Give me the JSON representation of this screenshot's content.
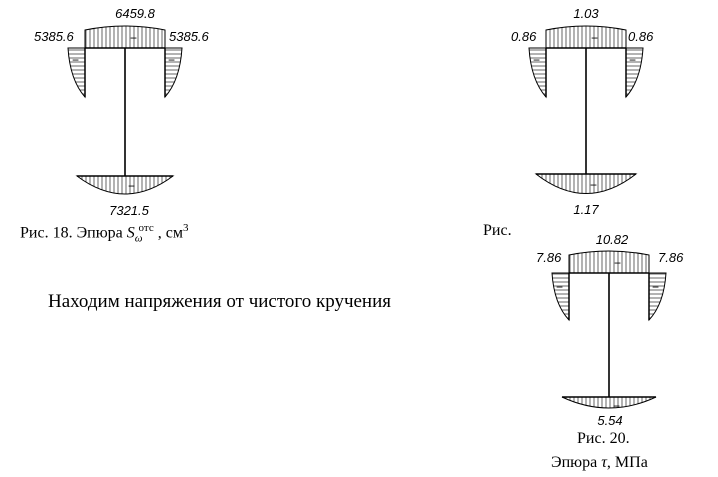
{
  "diagrams": [
    {
      "id": "s-omega",
      "values": {
        "top_left": "5385.6",
        "top_center": "6459.8",
        "top_right": "5385.6",
        "bottom": "7321.5"
      },
      "sign_label": "−",
      "caption": {
        "prefix": "Рис. 18. Эпюра ",
        "symbol": "S",
        "subscript": "ω",
        "superscript": "отс",
        "suffix": ", см",
        "power": "3"
      }
    },
    {
      "id": "diagram-19",
      "values": {
        "top_left": "0.86",
        "top_center": "1.03",
        "top_right": "0.86",
        "bottom": "1.17"
      },
      "sign_label": "−",
      "caption": {
        "text": "Рис."
      }
    },
    {
      "id": "tau",
      "values": {
        "top_left": "7.86",
        "top_center": "10.82",
        "top_right": "7.86",
        "bottom": "5.54"
      },
      "sign_label": "−",
      "caption": {
        "line1": "Рис. 20.",
        "line2_prefix": "Эпюра ",
        "line2_symbol": "τ",
        "line2_suffix": ", МПа"
      }
    }
  ],
  "body_text": "Находим напряжения от чистого кручения"
}
